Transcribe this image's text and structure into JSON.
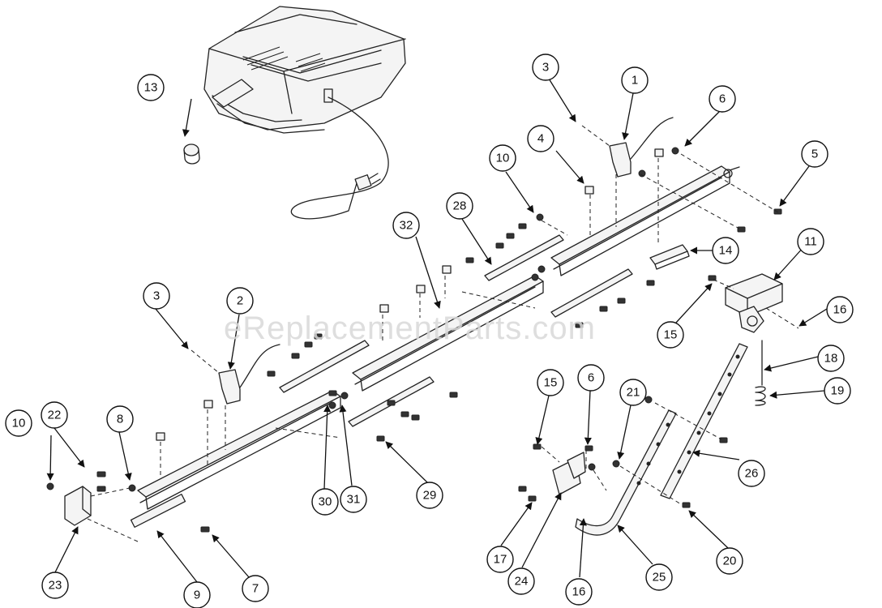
{
  "watermark": "eReplacementParts.com",
  "callouts": [
    {
      "label": "1"
    },
    {
      "label": "2"
    },
    {
      "label": "3"
    },
    {
      "label": "3"
    },
    {
      "label": "4"
    },
    {
      "label": "5"
    },
    {
      "label": "6"
    },
    {
      "label": "6"
    },
    {
      "label": "7"
    },
    {
      "label": "8"
    },
    {
      "label": "9"
    },
    {
      "label": "10"
    },
    {
      "label": "10"
    },
    {
      "label": "11"
    },
    {
      "label": "13"
    },
    {
      "label": "14"
    },
    {
      "label": "15"
    },
    {
      "label": "15"
    },
    {
      "label": "16"
    },
    {
      "label": "16"
    },
    {
      "label": "17"
    },
    {
      "label": "18"
    },
    {
      "label": "19"
    },
    {
      "label": "20"
    },
    {
      "label": "21"
    },
    {
      "label": "22"
    },
    {
      "label": "23"
    },
    {
      "label": "24"
    },
    {
      "label": "25"
    },
    {
      "label": "26"
    },
    {
      "label": "28"
    },
    {
      "label": "29"
    },
    {
      "label": "30"
    },
    {
      "label": "31"
    },
    {
      "label": "32"
    }
  ]
}
